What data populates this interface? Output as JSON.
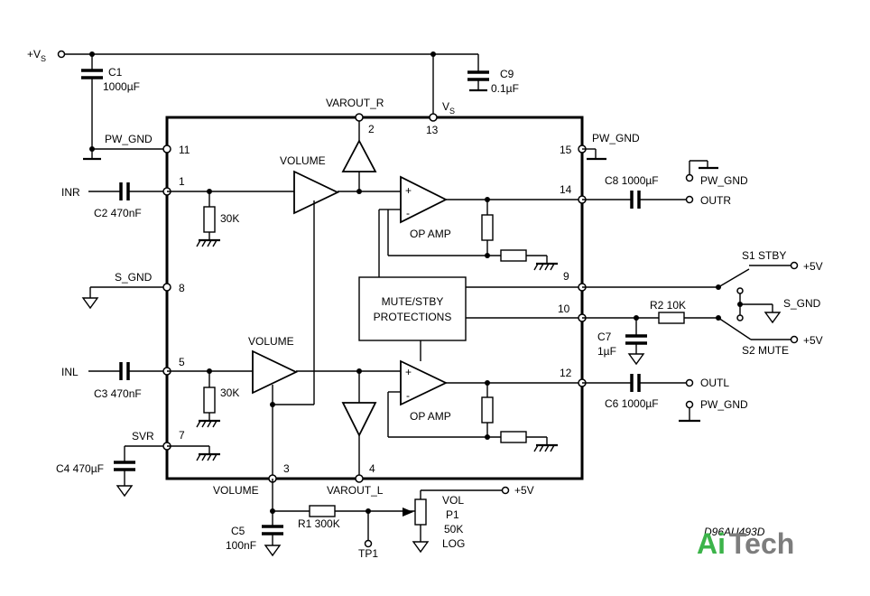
{
  "supply": {
    "vs": "+V",
    "vs_sub": "S",
    "vs_pin": "V",
    "vs_pin_sub": "S"
  },
  "caps": {
    "c1_name": "C1",
    "c1_val": "1000µF",
    "c9_name": "C9",
    "c9_val": "0.1µF",
    "c2": "C2 470nF",
    "c3": "C3 470nF",
    "c4": "C4 470µF",
    "c5_name": "C5",
    "c5_val": "100nF",
    "c6": "C6 1000µF",
    "c8": "C8 1000µF",
    "c7_name": "C7",
    "c7_val": "1µF"
  },
  "resistors": {
    "r30k_top": "30K",
    "r30k_bot": "30K",
    "r1": "R1 300K",
    "r2": "R2 10K"
  },
  "pins": {
    "p1": "1",
    "p2": "2",
    "p3": "3",
    "p4": "4",
    "p5": "5",
    "p7": "7",
    "p8": "8",
    "p9": "9",
    "p10": "10",
    "p11": "11",
    "p12": "12",
    "p13": "13",
    "p14": "14",
    "p15": "15"
  },
  "signals": {
    "inr": "INR",
    "inl": "INL",
    "svr": "SVR",
    "pw_gnd_left": "PW_GND",
    "s_gnd_left": "S_GND",
    "pw_gnd_right": "PW_GND",
    "pw_gnd_outr": "PW_GND",
    "pw_gnd_outl": "PW_GND",
    "outr": "OUTR",
    "outl": "OUTL",
    "varout_r": "VAROUT_R",
    "varout_l": "VAROUT_L",
    "volume_pin": "VOLUME",
    "tp1": "TP1",
    "plus5_pot": "+5V",
    "s1": "S1 STBY",
    "s2": "S2 MUTE",
    "plus5_s1": "+5V",
    "plus5_s2": "+5V",
    "s_gnd_right": "S_GND"
  },
  "blocks": {
    "volume_top": "VOLUME",
    "volume_bot": "VOLUME",
    "opamp_top": "OP AMP",
    "opamp_bot": "OP AMP",
    "mute_line1": "MUTE/STBY",
    "mute_line2": "PROTECTIONS",
    "plus": "+",
    "minus": "-"
  },
  "pot": {
    "l1": "VOL",
    "l2": "P1",
    "l3": "50K",
    "l4": "LOG"
  },
  "drawing_code": "D96AU493D",
  "watermark": {
    "part1": "Ai",
    "part2": "Tech"
  }
}
